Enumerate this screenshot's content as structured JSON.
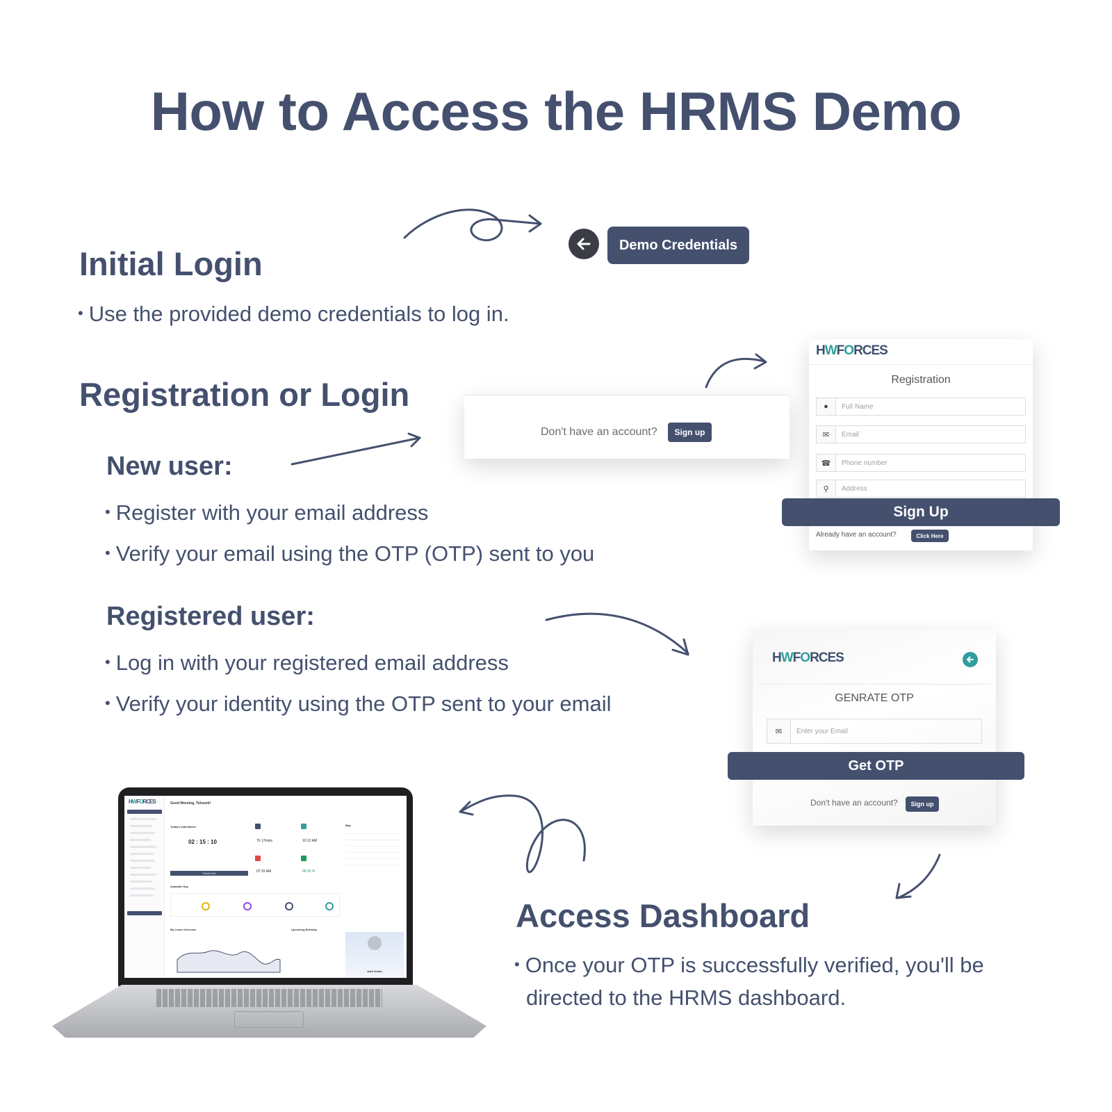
{
  "title": "How to Access the HRMS Demo",
  "initial_login": {
    "heading": "Initial Login",
    "bullet": "Use the provided demo credentials to log in.",
    "demo_button": "Demo Credentials"
  },
  "registration": {
    "heading": "Registration or Login",
    "new_user": {
      "heading": "New user:",
      "bullets": [
        "Register with your email address",
        "Verify your email using the OTP (OTP) sent to you"
      ]
    },
    "registered_user": {
      "heading": "Registered user:",
      "bullets": [
        "Log in with your registered email address",
        "Verify your identity using the OTP sent to your email"
      ]
    }
  },
  "signup_strip": {
    "text": "Don't have an account?",
    "button": "Sign up"
  },
  "logo": {
    "prefix": "H",
    "mid": "F",
    "accent": "O",
    "suffix": "RCES"
  },
  "registration_card": {
    "title": "Registration",
    "fields": [
      {
        "icon": "user-icon",
        "placeholder": "Full Name"
      },
      {
        "icon": "envelope-icon",
        "placeholder": "Email"
      },
      {
        "icon": "phone-icon",
        "placeholder": "Phone number"
      },
      {
        "icon": "location-pin-icon",
        "placeholder": "Address"
      }
    ],
    "submit": "Sign Up",
    "login_prompt": "Already have an account?",
    "login_button": "Click Here"
  },
  "otp_card": {
    "title": "GENRATE OTP",
    "email_placeholder": "Enter your Email",
    "submit": "Get OTP",
    "signup_prompt": "Don't have an account?",
    "signup_button": "Sign up"
  },
  "dashboard_preview": {
    "greeting": "Good Morning, Tehzeeb!",
    "attendance_label": "Today's Attendance",
    "timer": "02 : 15 : 10",
    "avg_hours": "7h 17mins",
    "avg_checkin": "10:12 AM",
    "avg_checkout": "07:15 AM",
    "on_time": "95.50 %",
    "check_out": "Check Out",
    "available_day": "Available Day",
    "leave_overview": "My Leave Overview",
    "upcoming_birthday": "Upcoming Birthday",
    "birthday_name": "Aarti Khatri",
    "month": "May"
  },
  "access_dashboard": {
    "heading": "Access Dashboard",
    "bullet_line1": "Once your OTP is successfully verified, you'll be",
    "bullet_line2": "directed to the HRMS dashboard."
  },
  "colors": {
    "primary": "#44506e",
    "accent": "#2f9e9c",
    "dark": "#3a3d44"
  }
}
